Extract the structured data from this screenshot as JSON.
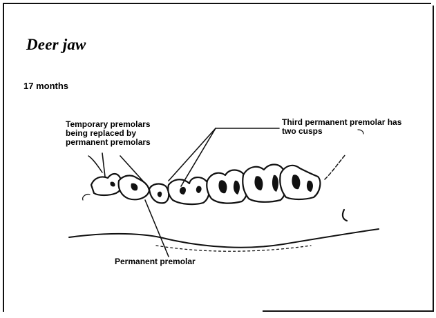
{
  "diagram": {
    "title": "Deer jaw",
    "subtitle": "17 months",
    "labels": {
      "temporary_premolars": "Temporary premolars being replaced by permanent premolars",
      "third_premolar": "Third permanent premolar has two cusps",
      "permanent_premolar": "Permanent premolar"
    }
  }
}
